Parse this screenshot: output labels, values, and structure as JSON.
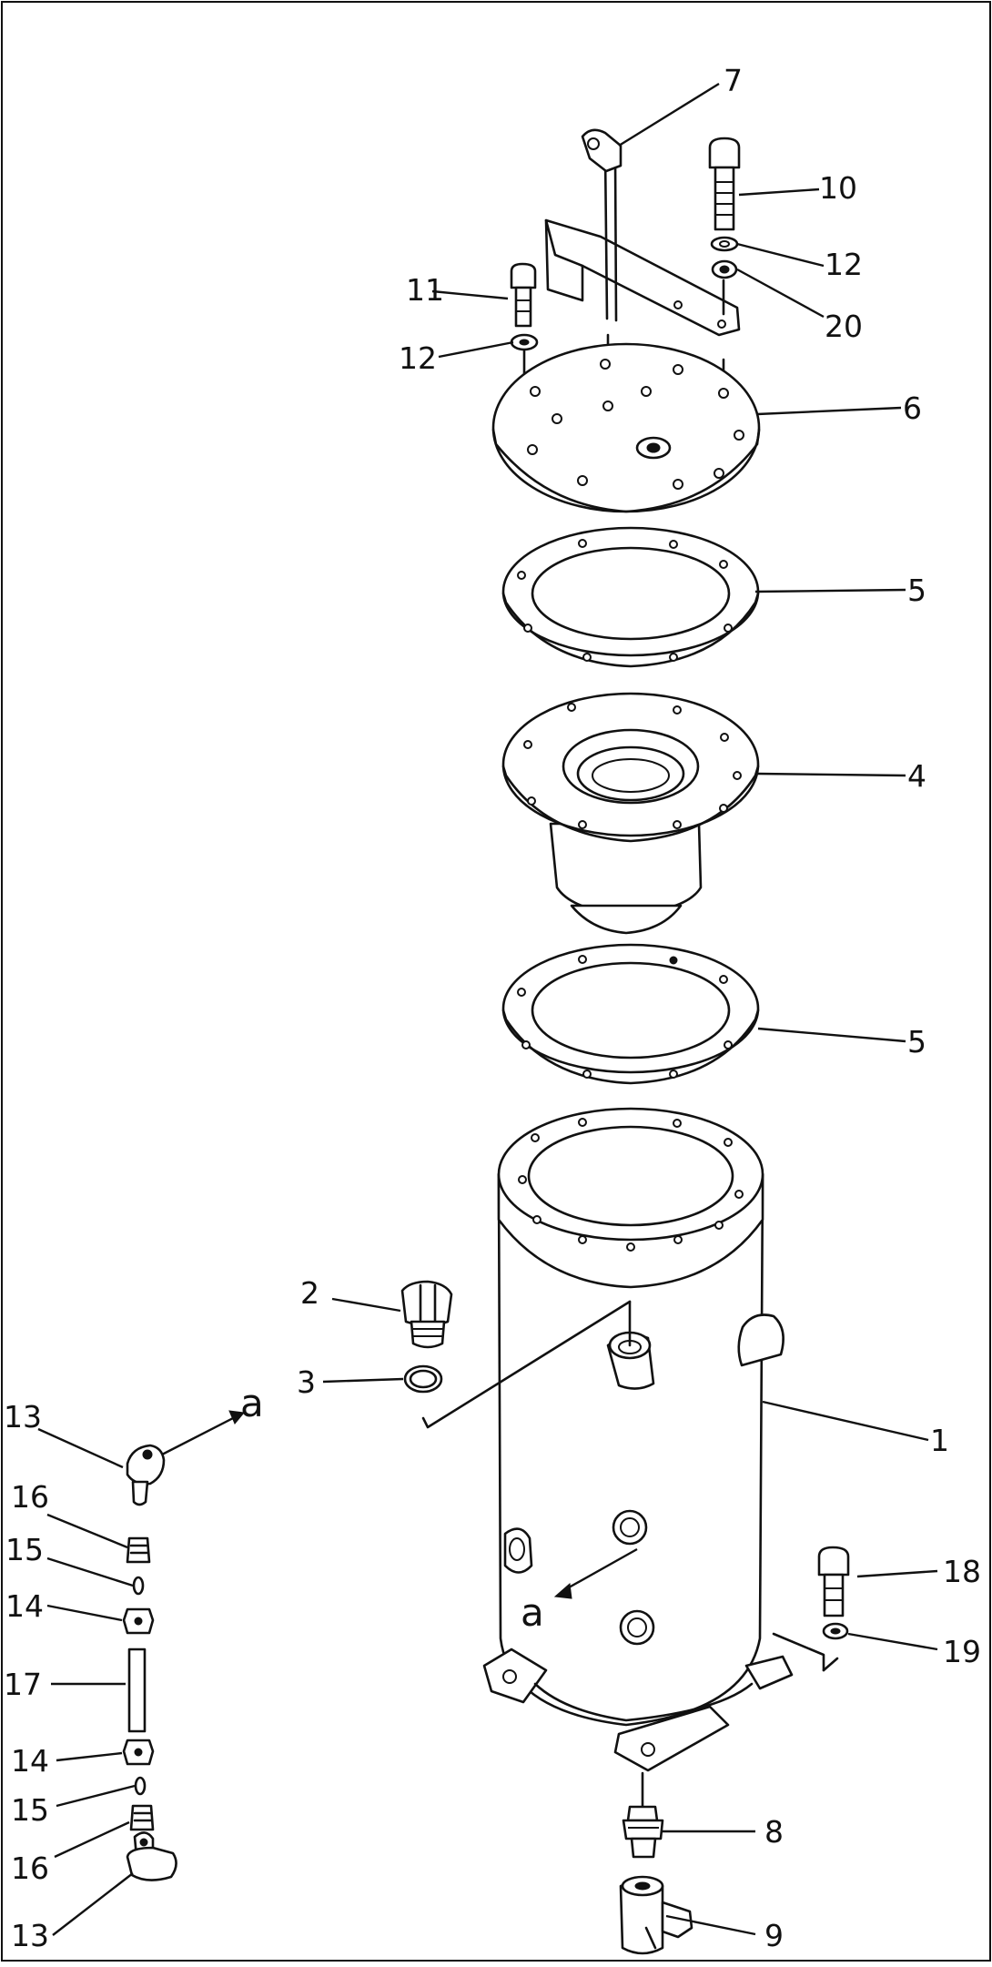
{
  "diagram": {
    "callouts": [
      {
        "id": "c1",
        "label": "1"
      },
      {
        "id": "c2",
        "label": "2"
      },
      {
        "id": "c3",
        "label": "3"
      },
      {
        "id": "c4",
        "label": "4"
      },
      {
        "id": "c5a",
        "label": "5"
      },
      {
        "id": "c5b",
        "label": "5"
      },
      {
        "id": "c6",
        "label": "6"
      },
      {
        "id": "c7",
        "label": "7"
      },
      {
        "id": "c8",
        "label": "8"
      },
      {
        "id": "c9",
        "label": "9"
      },
      {
        "id": "c10",
        "label": "10"
      },
      {
        "id": "c11",
        "label": "11"
      },
      {
        "id": "c12a",
        "label": "12"
      },
      {
        "id": "c12b",
        "label": "12"
      },
      {
        "id": "c13a",
        "label": "13"
      },
      {
        "id": "c13b",
        "label": "13"
      },
      {
        "id": "c14a",
        "label": "14"
      },
      {
        "id": "c14b",
        "label": "14"
      },
      {
        "id": "c15a",
        "label": "15"
      },
      {
        "id": "c15b",
        "label": "15"
      },
      {
        "id": "c16a",
        "label": "16"
      },
      {
        "id": "c16b",
        "label": "16"
      },
      {
        "id": "c17",
        "label": "17"
      },
      {
        "id": "c18",
        "label": "18"
      },
      {
        "id": "c19",
        "label": "19"
      },
      {
        "id": "c20",
        "label": "20"
      }
    ],
    "connection_marks": [
      {
        "id": "a1",
        "label": "a"
      },
      {
        "id": "a2",
        "label": "a"
      }
    ]
  }
}
